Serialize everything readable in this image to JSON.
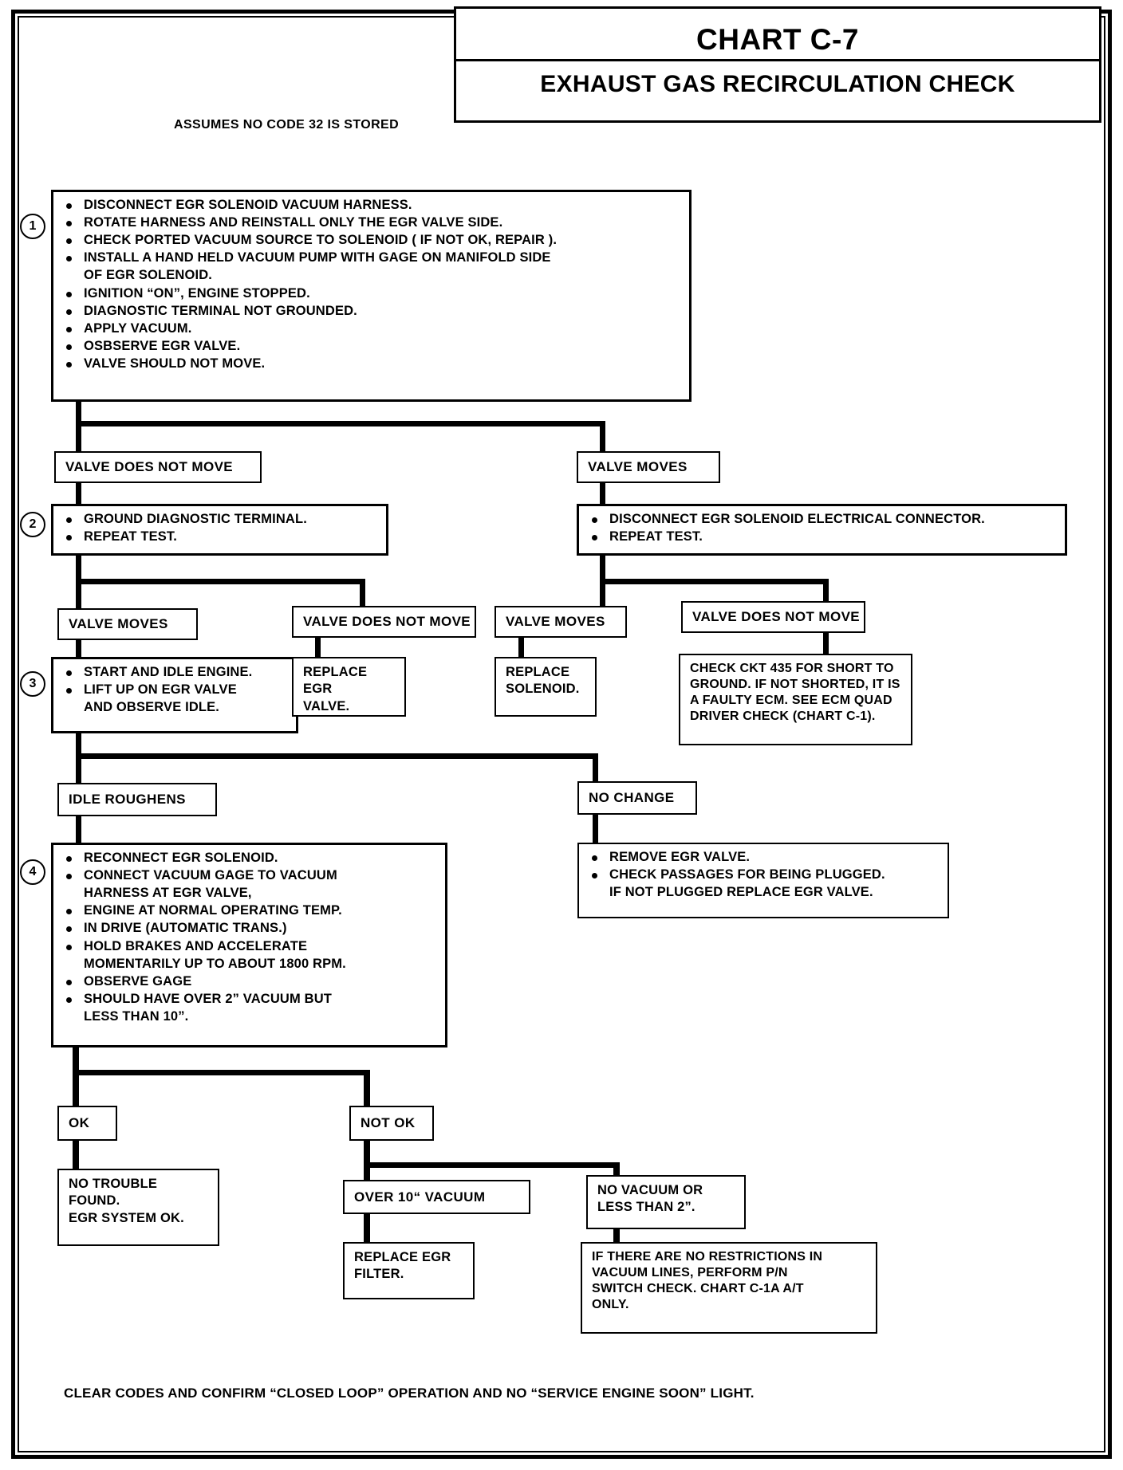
{
  "chart": {
    "title": "CHART C-7",
    "subtitle": "EXHAUST GAS RECIRCULATION CHECK",
    "assumes_note": "ASSUMES NO CODE 32 IS STORED",
    "footer": "CLEAR CODES AND CONFIRM “CLOSED LOOP” OPERATION AND NO “SERVICE ENGINE SOON” LIGHT."
  },
  "steps": {
    "n1": "1",
    "n2": "2",
    "n3": "3",
    "n4": "4"
  },
  "step1": {
    "items": [
      "DISCONNECT EGR SOLENOID VACUUM HARNESS.",
      "ROTATE HARNESS AND REINSTALL ONLY THE EGR VALVE SIDE.",
      "CHECK PORTED VACUUM SOURCE TO SOLENOID ( IF NOT OK, REPAIR ).",
      "INSTALL A HAND HELD VACUUM PUMP WITH GAGE ON MANIFOLD SIDE",
      "OF EGR SOLENOID.",
      "IGNITION “ON”, ENGINE STOPPED.",
      "DIAGNOSTIC TERMINAL NOT GROUNDED.",
      "APPLY VACUUM.",
      "OSBSERVE EGR VALVE.",
      "VALVE SHOULD NOT MOVE."
    ]
  },
  "branch_l1_left": "VALVE DOES NOT MOVE",
  "branch_l1_right": "VALVE MOVES",
  "step2_left": {
    "items": [
      "GROUND DIAGNOSTIC TERMINAL.",
      "REPEAT TEST."
    ]
  },
  "step2_right": {
    "items": [
      "DISCONNECT EGR SOLENOID ELECTRICAL CONNECTOR.",
      "REPEAT TEST."
    ]
  },
  "branch_l2": {
    "a": "VALVE  MOVES",
    "b": "VALVE DOES NOT MOVE",
    "c": "VALVE  MOVES",
    "d": "VALVE DOES NOT MOVE"
  },
  "step3": {
    "items": [
      "START AND IDLE ENGINE.",
      "LIFT UP ON EGR VALVE",
      "AND OBSERVE IDLE."
    ]
  },
  "result_replace_egr_valve": "REPLACE EGR\nVALVE.",
  "result_replace_solenoid": "REPLACE\nSOLENOID.",
  "result_ckt435": "CHECK CKT 435 FOR SHORT TO\nGROUND.  IF NOT SHORTED, IT IS\nA FAULTY ECM.  SEE ECM QUAD\nDRIVER CHECK (CHART C-1).",
  "branch_l3": {
    "left": "IDLE ROUGHENS",
    "right": "NO CHANGE"
  },
  "step4": {
    "items": [
      "RECONNECT EGR SOLENOID.",
      "CONNECT VACUUM GAGE TO VACUUM",
      "HARNESS AT EGR VALVE,",
      "ENGINE AT NORMAL OPERATING TEMP.",
      "IN DRIVE (AUTOMATIC TRANS.)",
      "HOLD BRAKES AND ACCELERATE",
      "MOMENTARILY UP TO ABOUT 1800 RPM.",
      "OBSERVE GAGE",
      "SHOULD HAVE OVER 2” VACUUM BUT",
      "LESS THAN 10”."
    ]
  },
  "no_change_actions": {
    "items": [
      "REMOVE EGR VALVE.",
      "CHECK PASSAGES FOR BEING PLUGGED.",
      "IF NOT PLUGGED REPLACE EGR VALVE."
    ]
  },
  "branch_l4": {
    "ok": "OK",
    "not_ok": "NOT OK"
  },
  "result_no_trouble": "NO TROUBLE\nFOUND.\nEGR SYSTEM OK.",
  "branch_l5": {
    "over10": "OVER 10“ VACUUM",
    "novac": "NO VACUUM OR\nLESS THAN 2”."
  },
  "result_replace_filter": "REPLACE EGR\nFILTER.",
  "result_pn_switch": "IF THERE ARE NO RESTRICTIONS IN\nVACUUM LINES, PERFORM P/N\nSWITCH CHECK.  CHART C-1A A/T\nONLY."
}
